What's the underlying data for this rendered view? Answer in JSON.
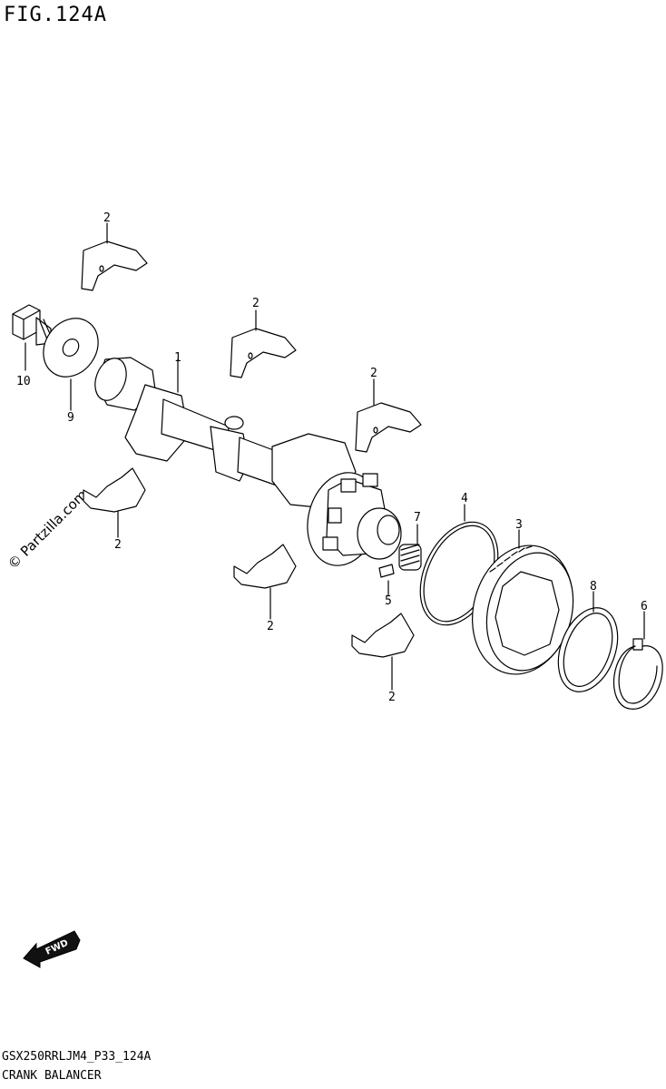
{
  "figure": {
    "title": "FIG.124A"
  },
  "footer": {
    "code": "GSX250RRLJM4_P33_124A",
    "name": "CRANK BALANCER"
  },
  "watermark": "© Partzilla.com",
  "fwd_arrow": {
    "text": "FWD"
  },
  "callouts": {
    "c1": "1",
    "c2a": "2",
    "c2b": "2",
    "c2c": "2",
    "c2d": "2",
    "c2e": "2",
    "c2f": "2",
    "c3": "3",
    "c4": "4",
    "c5": "5",
    "c6": "6",
    "c7": "7",
    "c8": "8",
    "c9": "9",
    "c10": "10"
  }
}
